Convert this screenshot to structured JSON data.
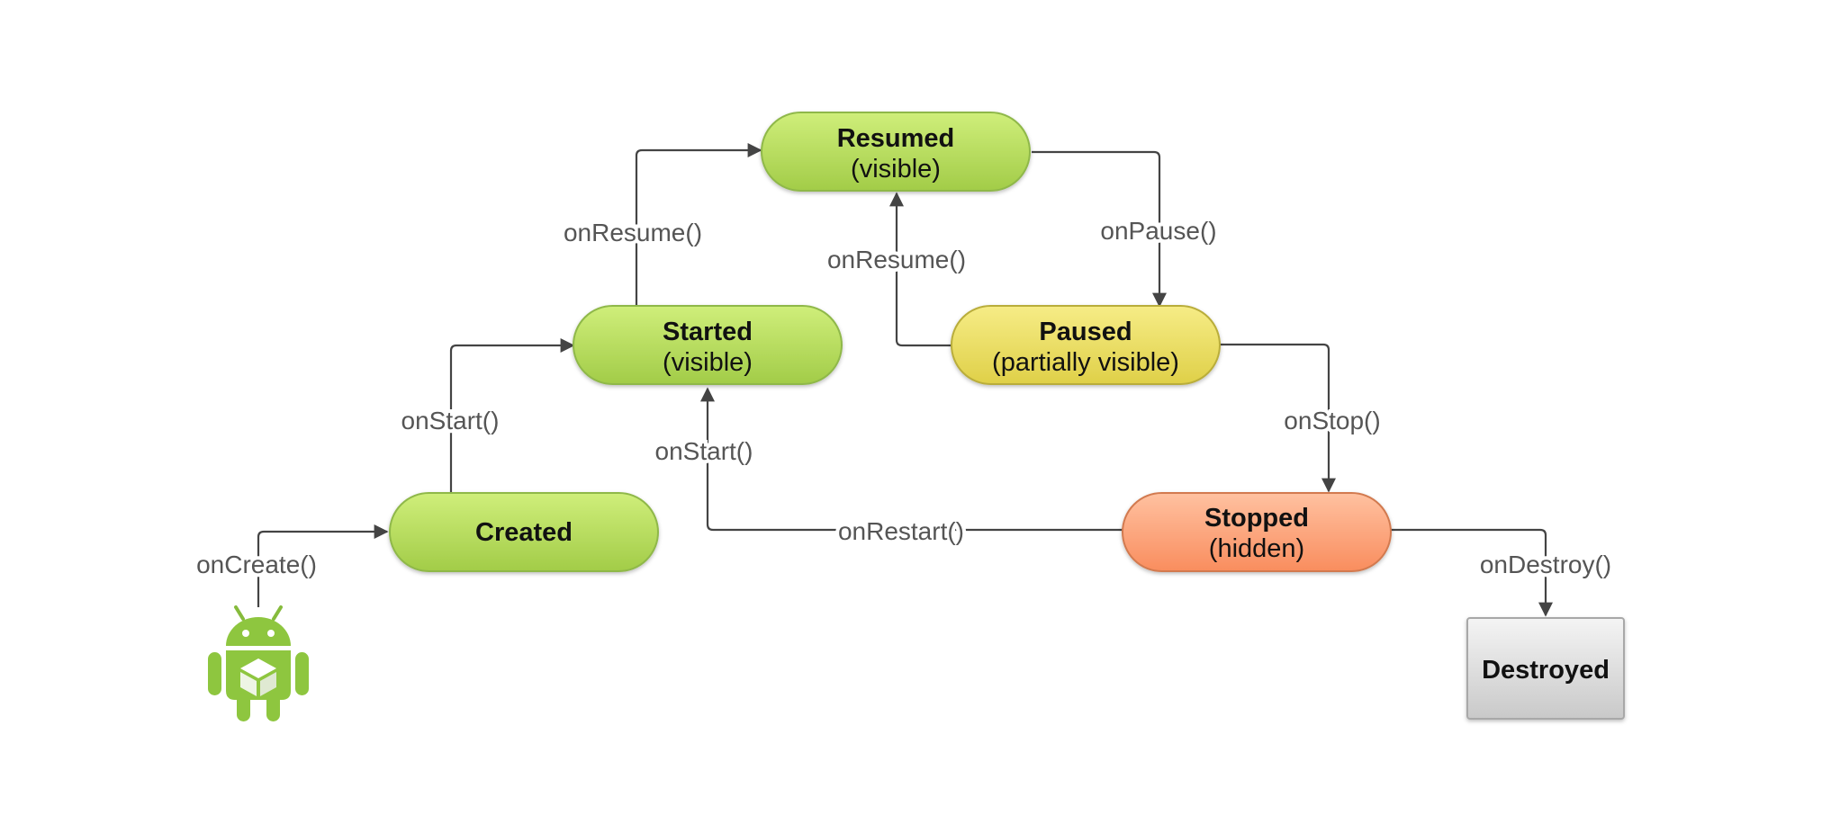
{
  "states": {
    "resumed": {
      "title": "Resumed",
      "subtitle": "(visible)"
    },
    "started": {
      "title": "Started",
      "subtitle": "(visible)"
    },
    "paused": {
      "title": "Paused",
      "subtitle": "(partially visible)"
    },
    "created": {
      "title": "Created",
      "subtitle": ""
    },
    "stopped": {
      "title": "Stopped",
      "subtitle": "(hidden)"
    },
    "destroyed": {
      "title": "Destroyed",
      "subtitle": ""
    }
  },
  "transitions": {
    "on_create": "onCreate()",
    "on_start_created": "onStart()",
    "on_resume_started": "onResume()",
    "on_pause": "onPause()",
    "on_resume_paused": "onResume()",
    "on_stop": "onStop()",
    "on_start_restart": "onStart()",
    "on_restart": "onRestart()",
    "on_destroy": "onDestroy()"
  },
  "icons": {
    "start_icon": "android-robot-icon"
  },
  "colors": {
    "green_state": "#b5dc5c",
    "yellow_state": "#ece164",
    "orange_state": "#fca27c",
    "gray_state": "#dcdcdc",
    "edge": "#444444",
    "android_green": "#8ec63f"
  }
}
